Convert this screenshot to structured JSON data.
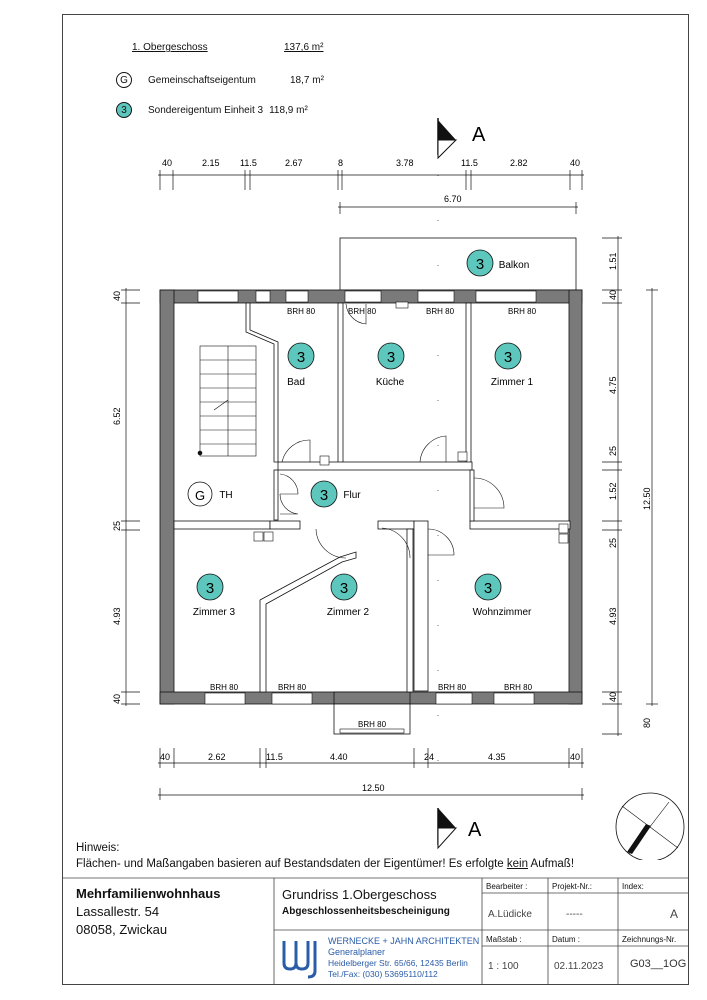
{
  "legend": {
    "floor_label": "1. Obergeschoss",
    "floor_area": "137,6 m²",
    "common_symbol": "G",
    "common_label": "Gemeinschaftseigentum",
    "common_area": "18,7 m²",
    "unit_symbol": "3",
    "unit_label": "Sondereigentum Einheit 3",
    "unit_area": "118,9 m²"
  },
  "section_marker": "A",
  "dims_top": [
    "40",
    "2.15",
    "11.5",
    "2.67",
    "8",
    "3.78",
    "11.5",
    "2.82",
    "40"
  ],
  "dim_balcony": "6.70",
  "dims_bottom": [
    "40",
    "2.62",
    "11.5",
    "4.40",
    "24",
    "4.35",
    "40"
  ],
  "dim_total": "12.50",
  "dims_left": [
    "40",
    "6.52",
    "25",
    "4.93",
    "40"
  ],
  "dims_right": [
    "1.51",
    "40",
    "4.75",
    "25",
    "1.52",
    "25",
    "4.93",
    "40",
    "80"
  ],
  "dim_right_total": "12.50",
  "rooms": {
    "balkon": "Balkon",
    "bad": "Bad",
    "kueche": "Küche",
    "zimmer1": "Zimmer 1",
    "flur": "Flur",
    "th": "TH",
    "zimmer3": "Zimmer 3",
    "zimmer2": "Zimmer 2",
    "wohnzimmer": "Wohnzimmer"
  },
  "brh_label": "BRH 80",
  "notes": {
    "title": "Hinweis:",
    "text_before": "Flächen- und Maßangaben basieren auf Bestandsdaten der Eigentümer! Es erfolgte ",
    "text_keyword": "kein",
    "text_after": " Aufmaß!"
  },
  "title_block": {
    "project": "Mehrfamilienwohnhaus",
    "street": "Lassallestr. 54",
    "city": "08058, Zwickau",
    "drawing_title": "Grundriss 1.Obergeschoss",
    "drawing_subtitle": "Abgeschlossenheitsbescheinigung",
    "h_bearbeiter": "Bearbeiter :",
    "h_projekt": "Projekt-Nr.:",
    "h_index": "Index:",
    "bearbeiter": "A.Lüdicke",
    "projekt_nr": "-----",
    "index": "A",
    "firm_name": "WERNECKE + JAHN ARCHITEKTEN",
    "firm_role": "Generalplaner",
    "firm_address": "Heidelberger Str. 65/66, 12435 Berlin",
    "firm_phone": "Tel./Fax: (030) 53695110/112",
    "h_massstab": "Maßstab :",
    "h_datum": "Datum :",
    "h_zeichnung": "Zeichnungs-Nr.",
    "massstab": "1 : 100",
    "datum": "02.11.2023",
    "zeichnung_nr": "G03__1OG"
  },
  "colors": {
    "wall": "#7a7a7a",
    "unit_badge": "#5ec7bd",
    "firm_blue": "#2a5ca8"
  }
}
